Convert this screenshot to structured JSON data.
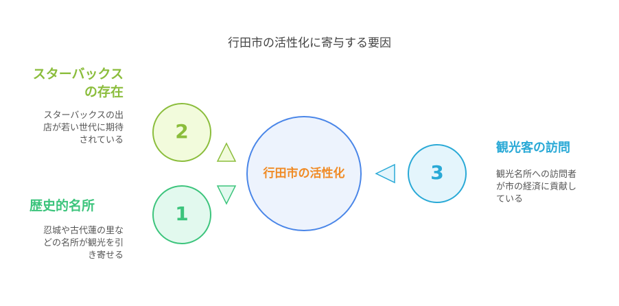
{
  "title": "行田市の活性化に寄与する要因",
  "center": {
    "label": "行田市の活性化",
    "color": "#f08a24"
  },
  "factors": [
    {
      "number": "2",
      "heading_line1": "スターバックス",
      "heading_line2": "の存在",
      "desc_lines": [
        "スターバックスの出",
        "店が若い世代に期待",
        "されている"
      ],
      "color": "#8bbd3c"
    },
    {
      "number": "1",
      "heading": "歴史的名所",
      "desc_lines": [
        "忍城や古代蓮の里な",
        "どの名所が観光を引",
        "き寄せる"
      ],
      "color": "#3cc47c"
    },
    {
      "number": "3",
      "heading": "観光客の訪問",
      "desc_lines": [
        "観光名所への訪問者",
        "が市の経済に貢献し",
        "ている"
      ],
      "color": "#29a9d6"
    }
  ]
}
